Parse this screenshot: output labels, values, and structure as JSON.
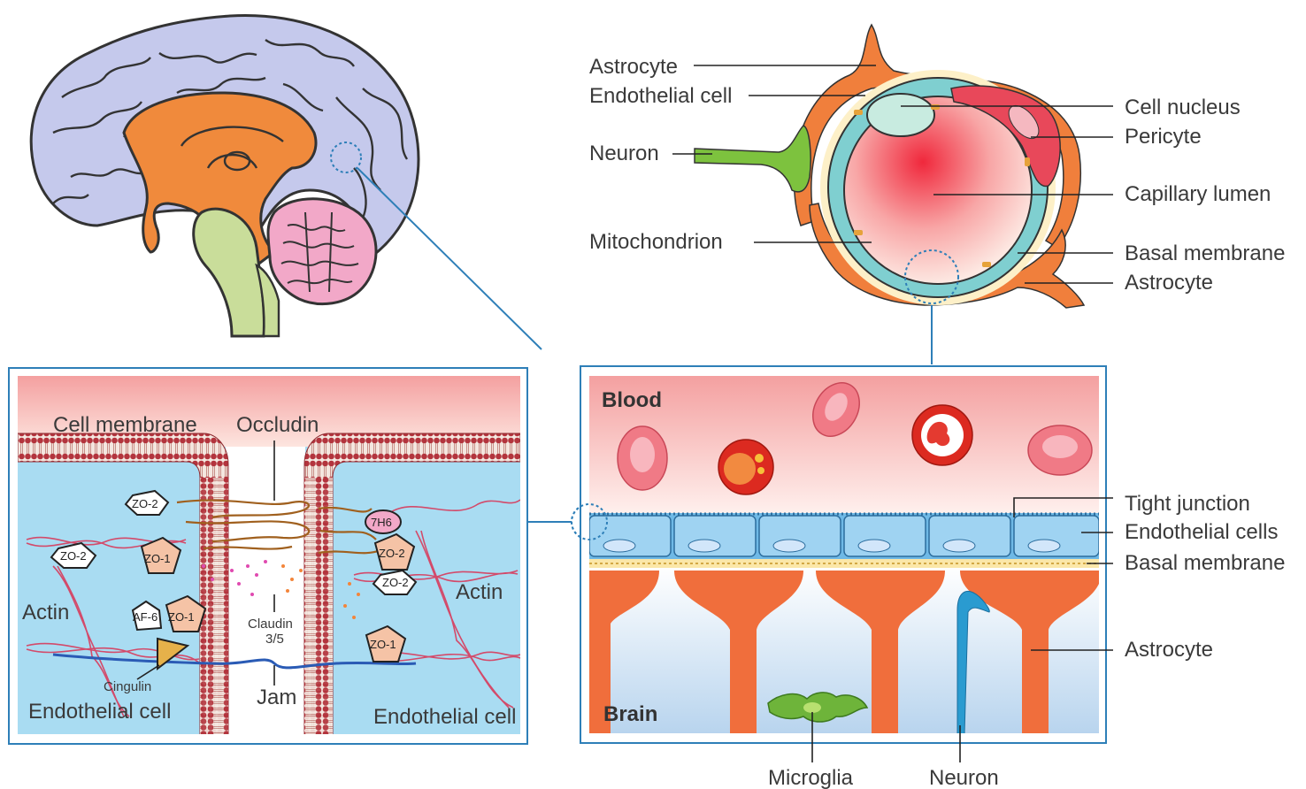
{
  "top_right_labels": {
    "astrocyte_top": "Astrocyte",
    "endothelial_cell": "Endothelial cell",
    "neuron": "Neuron",
    "mitochondrion": "Mitochondrion",
    "cell_nucleus": "Cell nucleus",
    "pericyte": "Pericyte",
    "capillary_lumen": "Capillary lumen",
    "basal_membrane": "Basal membrane",
    "astrocyte_bottom": "Astrocyte"
  },
  "left_panel": {
    "cell_membrane": "Cell membrane",
    "occludin": "Occludin",
    "actin_left": "Actin",
    "actin_right": "Actin",
    "claudin": "Claudin",
    "claudin_sub": "3/5",
    "cingulin": "Cingulin",
    "jam": "Jam",
    "endothelial_left": "Endothelial cell",
    "endothelial_right": "Endothelial cell",
    "proteins": {
      "zo2_a": "ZO-2",
      "zo2_b": "ZO-2",
      "zo2_c": "ZO-2",
      "zo2_d": "ZO-2",
      "zo1_a": "ZO-1",
      "zo1_b": "ZO-1",
      "zo1_c": "ZO-1",
      "af6": "AF-6",
      "7h6": "7H6"
    }
  },
  "right_panel": {
    "blood": "Blood",
    "brain": "Brain",
    "tight_junction": "Tight junction",
    "endothelial_cells": "Endothelial cells",
    "basal_membrane": "Basal membrane",
    "astrocyte": "Astrocyte",
    "microglia": "Microglia",
    "neuron": "Neuron"
  },
  "colors": {
    "brain_cortex": "#c5c9ec",
    "brain_core": "#f08a3c",
    "brainstem": "#c9dd9a",
    "cerebellum": "#f2a8c8",
    "astrocyte": "#f07f3c",
    "endothelium": "#7fcfd0",
    "lumen": "#f03c4a",
    "membrane": "#a8323a",
    "cytoplasm": "#a9dcf2",
    "panel_border": "#2e7fb8"
  }
}
